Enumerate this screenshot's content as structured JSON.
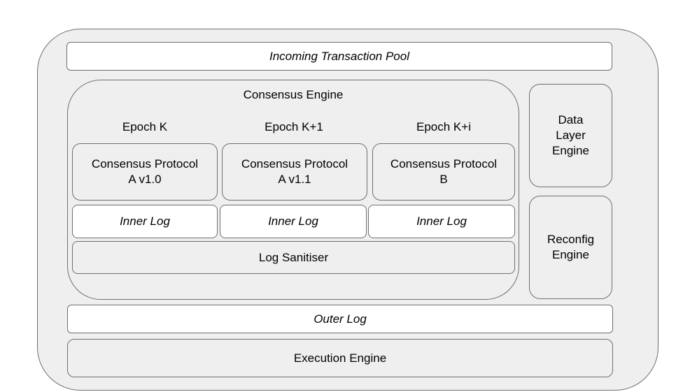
{
  "diagram": {
    "pool_label": "Incoming Transaction Pool",
    "consensus_engine": {
      "title": "Consensus Engine",
      "epochs": [
        {
          "label": "Epoch K",
          "protocol": "Consensus Protocol\nA v1.0",
          "inner_log": "Inner Log"
        },
        {
          "label": "Epoch K+1",
          "protocol": "Consensus Protocol\nA v1.1",
          "inner_log": "Inner Log"
        },
        {
          "label": "Epoch K+i",
          "protocol": "Consensus Protocol\nB",
          "inner_log": "Inner Log"
        }
      ],
      "sanitiser": "Log Sanitiser"
    },
    "data_layer_engine": "Data\nLayer\nEngine",
    "reconfig_engine": "Reconfig\nEngine",
    "outer_log": "Outer Log",
    "execution_engine": "Execution Engine",
    "colors": {
      "engine_fill": "#efefef",
      "log_fill": "#ffffff",
      "border": "#6f6f6f"
    }
  }
}
